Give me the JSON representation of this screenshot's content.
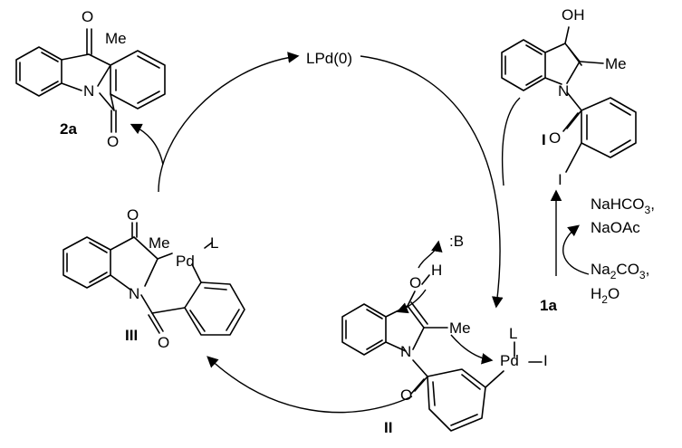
{
  "catalyst": "LPd(0)",
  "compound_2a": {
    "id": "2a",
    "substituent": "Me"
  },
  "intermediate_I": {
    "id": "I",
    "oh": "OH",
    "me": "Me",
    "n": "N",
    "o": "O",
    "i": "I"
  },
  "intermediate_II": {
    "id": "II",
    "o": "O",
    "h": "H",
    "me": "Me",
    "n": "N",
    "pd": "Pd",
    "l": "L",
    "i": "I",
    "carbonyl_o": "O"
  },
  "intermediate_III": {
    "id": "III",
    "o": "O",
    "me": "Me",
    "pd": "Pd",
    "l": "L",
    "n": "N",
    "carbonyl_o": "O"
  },
  "base": ":B",
  "reagents_top": {
    "line1_pre": "NaHCO",
    "line1_sub": "3",
    "line1_post": ",",
    "line2": "NaOAc"
  },
  "reagents_bottom": {
    "line1_pre": "Na",
    "line1_sub1": "2",
    "line1_mid": "CO",
    "line1_sub2": "3",
    "line1_post": ",",
    "line2_pre": "H",
    "line2_sub": "2",
    "line2_post": "O"
  },
  "start_material": "1a"
}
